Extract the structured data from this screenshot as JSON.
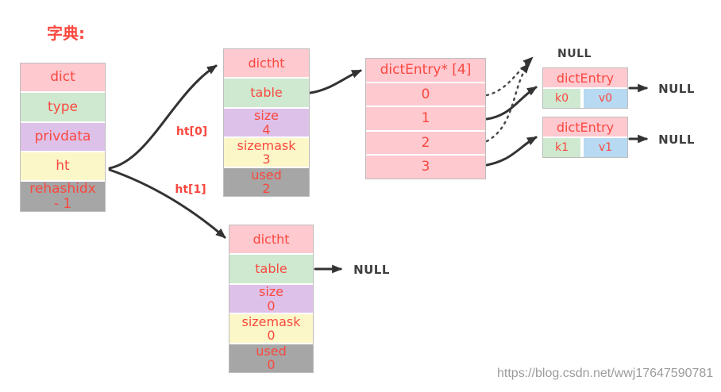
{
  "title": "字典:",
  "pointer_labels": {
    "ht0": "ht[0]",
    "ht1": "ht[1]"
  },
  "dict_struct": {
    "rows": [
      {
        "label": "dict"
      },
      {
        "label": "type"
      },
      {
        "label": "privdata"
      },
      {
        "label": "ht"
      },
      {
        "label": "rehashidx",
        "value": "- 1"
      }
    ]
  },
  "ht0_struct": {
    "rows": [
      {
        "label": "dictht"
      },
      {
        "label": "table"
      },
      {
        "label": "size",
        "value": "4"
      },
      {
        "label": "sizemask",
        "value": "3"
      },
      {
        "label": "used",
        "value": "2"
      }
    ]
  },
  "ht1_struct": {
    "rows": [
      {
        "label": "dictht"
      },
      {
        "label": "table"
      },
      {
        "label": "size",
        "value": "0"
      },
      {
        "label": "sizemask",
        "value": "0"
      },
      {
        "label": "used",
        "value": "0"
      }
    ]
  },
  "entry_array": {
    "header": "dictEntry* [4]",
    "slots": [
      "0",
      "1",
      "2",
      "3"
    ]
  },
  "entries": [
    {
      "title": "dictEntry",
      "key": "k0",
      "value": "v0"
    },
    {
      "title": "dictEntry",
      "key": "k1",
      "value": "v1"
    }
  ],
  "nulls": {
    "array_slots": "NULL",
    "entry0": "NULL",
    "entry1": "NULL",
    "ht1_table": "NULL"
  },
  "watermark": "https://blog.csdn.net/wwj17647590781",
  "colors": {
    "pink": "#FFC9D0",
    "green": "#CEE9D0",
    "purple": "#DEC1E9",
    "yellow": "#FCF7C8",
    "gray": "#A6A6A6",
    "blue": "#B7D9F1",
    "text_red": "#F9483F",
    "null_text": "#3F3F3F",
    "arrow": "#333333",
    "watermark_gray": "#9B9B9B"
  }
}
